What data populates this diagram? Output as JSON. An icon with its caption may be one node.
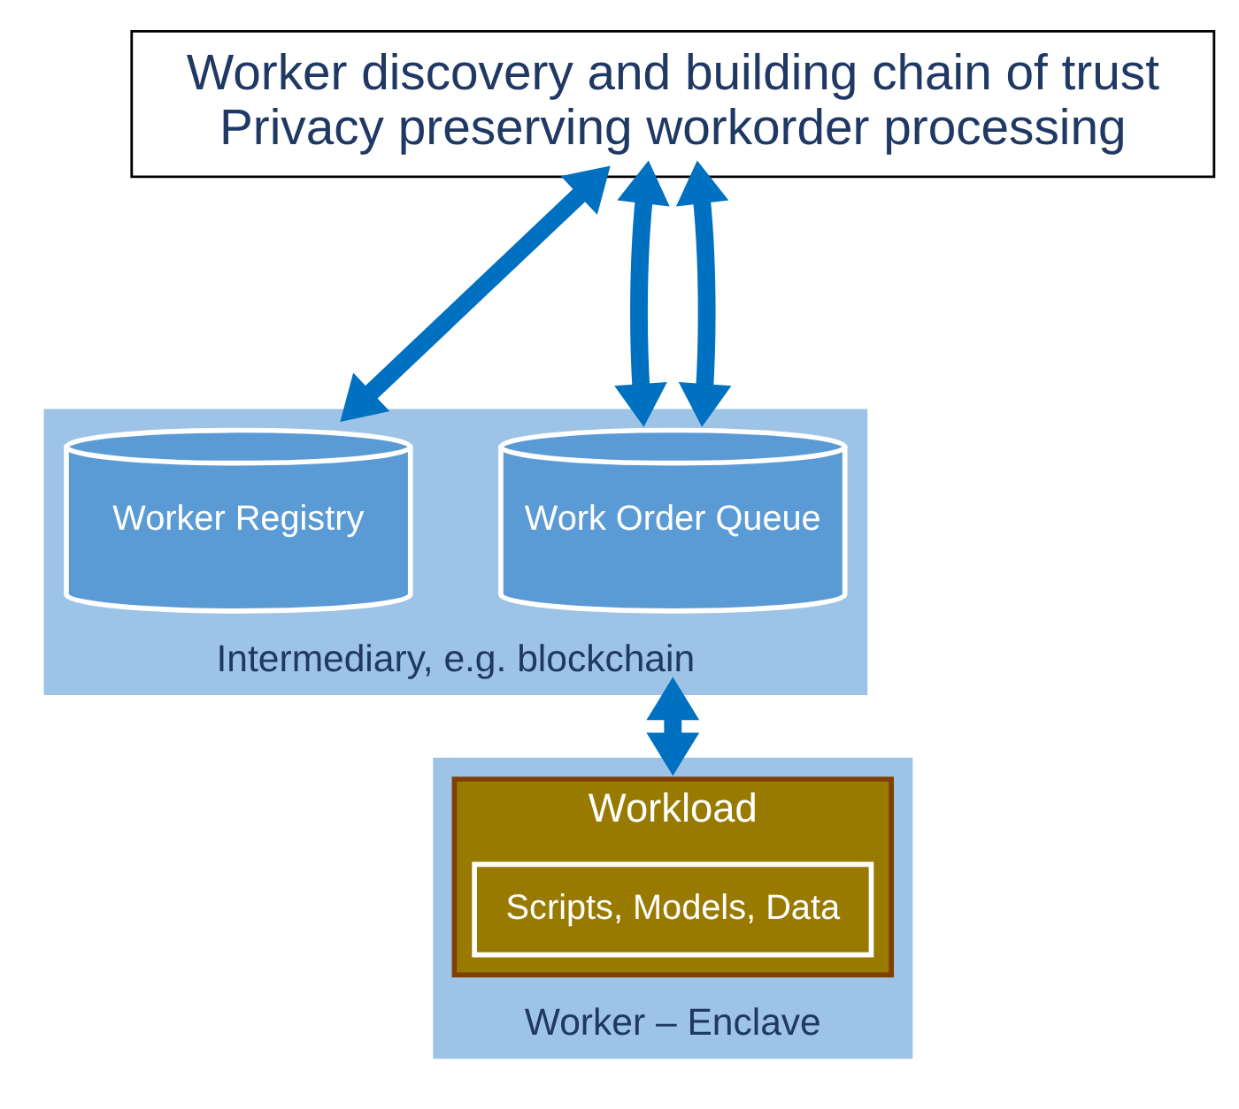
{
  "diagram": {
    "nodes": [
      {
        "text": [
          "Worker discovery and building chain of trust",
          "Privacy preserving workorder processing"
        ]
      },
      {
        "text": [
          "Intermediary, e.g. blockchain"
        ]
      },
      {
        "text": [
          "Work Order Queue"
        ],
        "in": 1
      },
      {
        "text": [
          "Worker Registry"
        ],
        "in": 1
      },
      {
        "text": [
          "Worker – Enclave"
        ]
      },
      {
        "text": [
          "Workload"
        ],
        "in": 4
      },
      {
        "text": [
          "Scripts, Models, Data"
        ],
        "in": 5
      }
    ],
    "edges": [
      {
        "from": 0,
        "to": 1,
        "arrow": "both"
      },
      {
        "from": 0,
        "to": 1,
        "arrow": "both"
      },
      {
        "from": 0,
        "to": 1,
        "arrow": "both"
      },
      {
        "from": 1,
        "to": 4,
        "arrow": "both"
      }
    ]
  }
}
